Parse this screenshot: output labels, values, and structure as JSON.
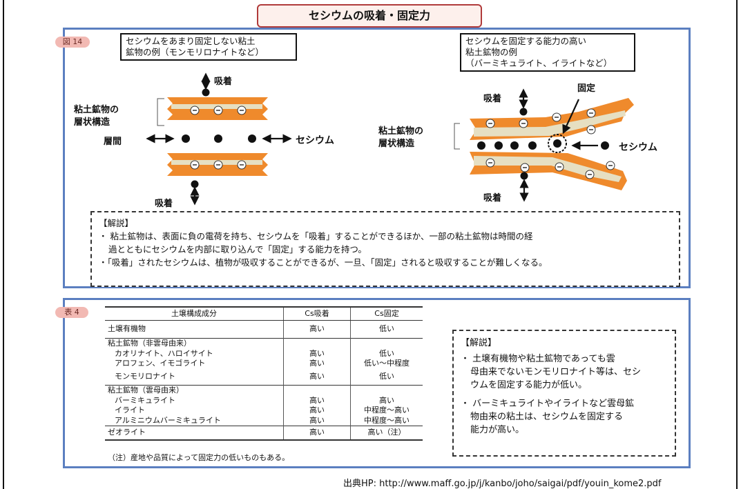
{
  "title": "セシウムの吸着・固定力",
  "fig": {
    "tag": "図 14",
    "left_box": [
      "セシウムをあまり固定しない粘土",
      "鉱物の例（モンモリロナイトなど）"
    ],
    "right_box": [
      "セシウムを固定する能力の高い",
      "粘土鉱物の例",
      "（バーミキュライト、イライトなど）"
    ],
    "adsorb": "吸着",
    "layer_label": [
      "粘土鉱物の",
      "層状構造"
    ],
    "interlayer": "層間",
    "cesium": "セシウム",
    "fixed": "固定",
    "explain_title": "【解説】",
    "explain_1a": "・ 粘土鉱物は、表面に負の電荷を持ち、セシウムを「吸着」することができるほか、一部の粘土鉱物は時間の経",
    "explain_1b": "過とともにセシウムを内部に取り込んで「固定」する能力を持つ。",
    "explain_2": "・「吸着」されたセシウムは、植物が吸収することができるが、一旦、「固定」されると吸収することが難しくなる。"
  },
  "table": {
    "tag": "表 4",
    "headers": [
      "土壌構成成分",
      "Cs吸着",
      "Cs固定"
    ],
    "r1": [
      "土壌有機物",
      "高い",
      "低い"
    ],
    "r2": [
      "粘土鉱物（非雲母由来）",
      "",
      ""
    ],
    "r3": [
      "カオリナイト、ハロイサイト",
      "高い",
      "低い"
    ],
    "r4": [
      "アロフェン、イモゴライト",
      "高い",
      "低い～中程度"
    ],
    "r5": [
      "モンモリロナイト",
      "高い",
      "低い"
    ],
    "r6": [
      "粘土鉱物（雲母由来）",
      "",
      ""
    ],
    "r7": [
      "バーミキュライト",
      "高い",
      "高い"
    ],
    "r8": [
      "イライト",
      "高い",
      "中程度～高い"
    ],
    "r9": [
      "アルミニウムバーミキュライト",
      "高い",
      "中程度～高い"
    ],
    "r10": [
      "ゼオライト",
      "高い",
      "高い（注）"
    ],
    "note": "（注）産地や品質によって固定力の低いものもある。",
    "explain_title": "【解説】",
    "explain_lines": [
      "・ 土壌有機物や粘土鉱物であっても雲",
      "母由来でないモンモリロナイト等は、セシ",
      "ウムを固定する能力が低い。",
      "・ バーミキュライトやイライトなど雲母鉱",
      "物由来の粘土は、セシウムを固定する",
      "能力が高い。"
    ]
  },
  "source": "出典HP: http://www.maff.go.jp/j/kanbo/joho/saigai/pdf/youin_kome2.pdf"
}
